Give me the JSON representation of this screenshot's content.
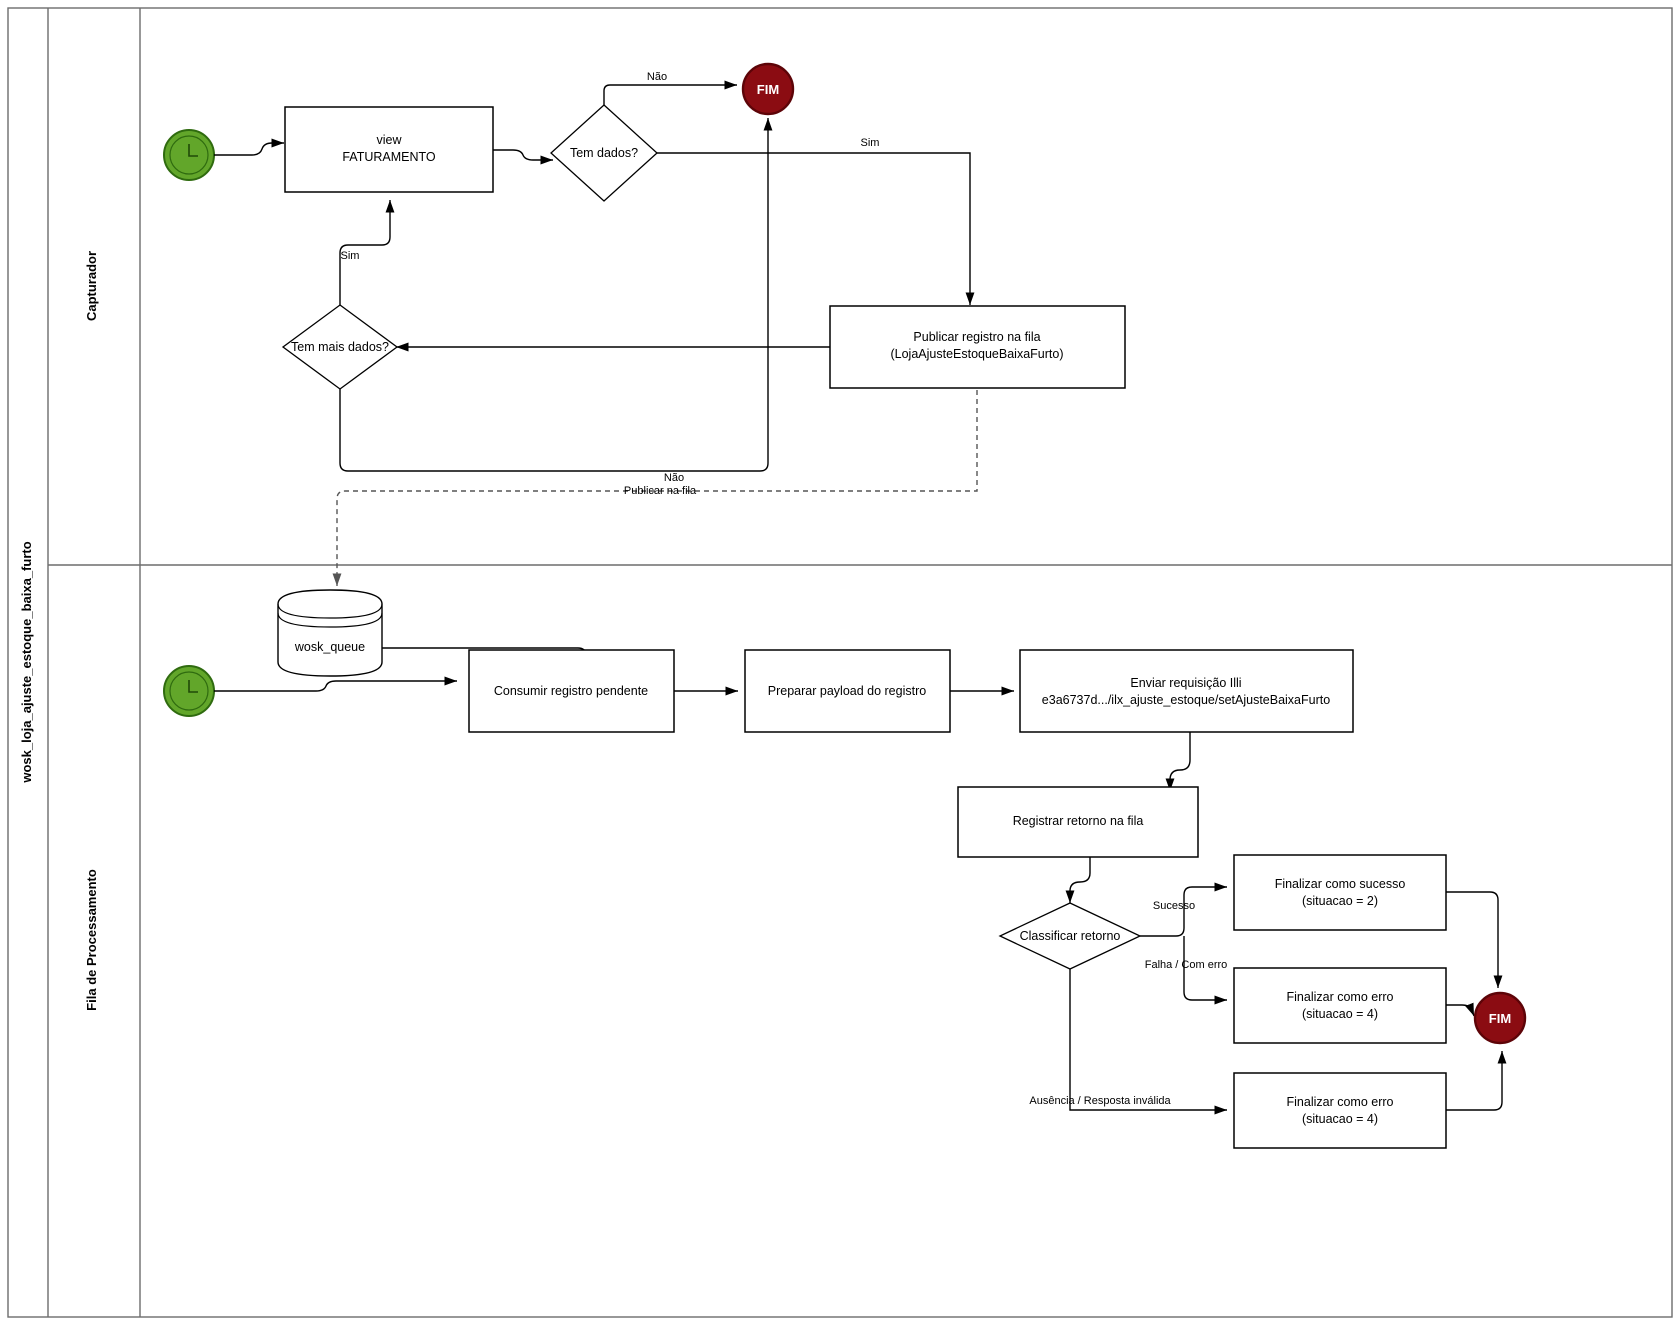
{
  "pool": {
    "title": "wosk_loja_ajuste_estoque_baixa_furto"
  },
  "lanes": [
    {
      "id": "capturador",
      "label": "Capturador"
    },
    {
      "id": "fila",
      "label": "Fila de Processamento"
    }
  ],
  "colors": {
    "start_event": "#62a62a",
    "end_event": "#8b0c12",
    "lane_border": "#6d6d6d",
    "node_border": "#000000",
    "background": "#ffffff"
  },
  "lane_capturador": {
    "start_event": {
      "icon": "clock-icon",
      "label": ""
    },
    "task_view": {
      "line1": "view",
      "line2": "FATURAMENTO"
    },
    "gateway_tem_dados": {
      "label": "Tem dados?"
    },
    "end_event": {
      "label": "FIM"
    },
    "task_publicar": {
      "line1": "Publicar registro na fila",
      "line2": "(LojaAjusteEstoqueBaixaFurto)"
    },
    "gateway_tem_mais_dados": {
      "label": "Tem mais dados?"
    },
    "edge_labels": {
      "nao_to_fim": "Não",
      "sim_to_publicar": "Sim",
      "sim_loop_view": "Sim",
      "nao_loop": "Não"
    }
  },
  "message_flow": {
    "label": "Publicar na fila"
  },
  "lane_fila": {
    "start_event": {
      "icon": "clock-icon",
      "label": ""
    },
    "datastore": {
      "label": "wosk_queue"
    },
    "task_consumir": {
      "line1": "Consumir registro pendente",
      "line2": ""
    },
    "task_preparar": {
      "line1": "Preparar payload do registro",
      "line2": ""
    },
    "task_enviar": {
      "line1": "Enviar requisição Illi",
      "line2": "e3a6737d.../ilx_ajuste_estoque/setAjusteBaixaFurto"
    },
    "task_registrar": {
      "line1": "Registrar retorno na fila",
      "line2": ""
    },
    "gateway_classificar": {
      "label": "Classificar retorno"
    },
    "task_sucesso": {
      "line1": "Finalizar como sucesso",
      "line2": "(situacao = 2)"
    },
    "task_erro1": {
      "line1": "Finalizar como erro",
      "line2": "(situacao = 4)"
    },
    "task_erro2": {
      "line1": "Finalizar como erro",
      "line2": "(situacao = 4)"
    },
    "end_event": {
      "label": "FIM"
    },
    "edge_labels": {
      "sucesso": "Sucesso",
      "falha": "Falha / Com erro",
      "ausencia": "Ausência / Resposta inválida"
    }
  }
}
